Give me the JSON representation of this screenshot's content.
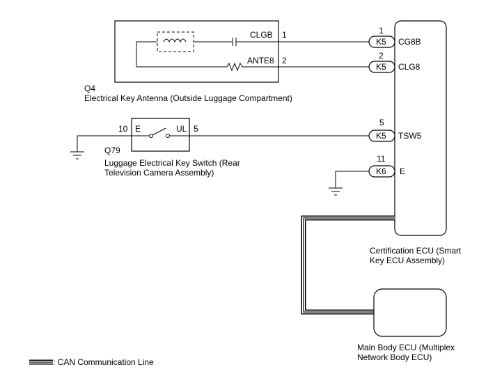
{
  "antenna": {
    "ref": "Q4",
    "name": "Electrical Key Antenna (Outside Luggage Compartment)",
    "pins": [
      {
        "num": "1",
        "name": "CLGB"
      },
      {
        "num": "2",
        "name": "ANTE8"
      }
    ]
  },
  "switch": {
    "ref": "Q79",
    "name_line1": "Luggage Electrical Key Switch (Rear",
    "name_line2": "Television Camera Assembly)",
    "pin_e_num": "10",
    "pin_e_name": "E",
    "pin_ul_name": "UL",
    "pin_ul_num": "5"
  },
  "ecu": {
    "name_line1": "Certification ECU (Smart",
    "name_line2": "Key ECU Assembly)",
    "pins": [
      {
        "num": "1",
        "connector": "K5",
        "name": "CG8B"
      },
      {
        "num": "2",
        "connector": "K5",
        "name": "CLG8"
      },
      {
        "num": "5",
        "connector": "K5",
        "name": "TSW5"
      },
      {
        "num": "11",
        "connector": "K6",
        "name": "E"
      }
    ]
  },
  "body_ecu": {
    "name_line1": "Main Body ECU (Multiplex",
    "name_line2": "Network Body ECU)"
  },
  "legend": {
    "can_label": ": CAN Communication Line"
  }
}
